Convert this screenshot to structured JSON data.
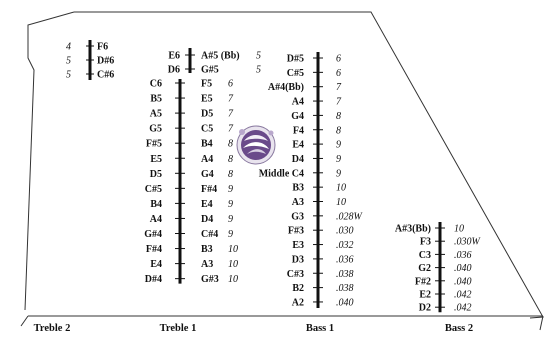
{
  "bridge_labels": [
    "Treble 2",
    "Treble 1",
    "Bass 1",
    "Bass 2"
  ],
  "treble2": [
    {
      "gauge": "4",
      "note": "F6"
    },
    {
      "gauge": "5",
      "note": "D#6"
    },
    {
      "gauge": "5",
      "note": "C#6"
    }
  ],
  "treble1_top": [
    {
      "left": "E6",
      "right": "A#5 (Bb)",
      "gauge": "5"
    },
    {
      "left": "D6",
      "right": "G#5",
      "gauge": "5"
    }
  ],
  "treble1": [
    {
      "left": "C6",
      "right": "F5",
      "gauge": "6"
    },
    {
      "left": "B5",
      "right": "E5",
      "gauge": "7"
    },
    {
      "left": "A5",
      "right": "D5",
      "gauge": "7"
    },
    {
      "left": "G5",
      "right": "C5",
      "gauge": "7"
    },
    {
      "left": "F#5",
      "right": "B4",
      "gauge": "8"
    },
    {
      "left": "E5",
      "right": "A4",
      "gauge": "8"
    },
    {
      "left": "D5",
      "right": "G4",
      "gauge": "8"
    },
    {
      "left": "C#5",
      "right": "F#4",
      "gauge": "9"
    },
    {
      "left": "B4",
      "right": "E4",
      "gauge": "9"
    },
    {
      "left": "A4",
      "right": "D4",
      "gauge": "9"
    },
    {
      "left": "G#4",
      "right": "C#4",
      "gauge": "9"
    },
    {
      "left": "F#4",
      "right": "B3",
      "gauge": "10"
    },
    {
      "left": "E4",
      "right": "A3",
      "gauge": "10"
    },
    {
      "left": "D#4",
      "right": "G#3",
      "gauge": "10"
    }
  ],
  "bass1": [
    {
      "note": "D#5",
      "gauge": "6"
    },
    {
      "note": "C#5",
      "gauge": "6"
    },
    {
      "note": "A#4(Bb)",
      "gauge": "7"
    },
    {
      "note": "A4",
      "gauge": "7"
    },
    {
      "note": "G4",
      "gauge": "8"
    },
    {
      "note": "F4",
      "gauge": "8"
    },
    {
      "note": "E4",
      "gauge": "9"
    },
    {
      "note": "D4",
      "gauge": "9"
    },
    {
      "note": "Middle C4",
      "gauge": "9"
    },
    {
      "note": "B3",
      "gauge": "10"
    },
    {
      "note": "A3",
      "gauge": "10"
    },
    {
      "note": "G3",
      "gauge": ".028W"
    },
    {
      "note": "F#3",
      "gauge": ".030"
    },
    {
      "note": "E3",
      "gauge": ".032"
    },
    {
      "note": "D3",
      "gauge": ".036"
    },
    {
      "note": "C#3",
      "gauge": ".038"
    },
    {
      "note": "B2",
      "gauge": ".038"
    },
    {
      "note": "A2",
      "gauge": ".040"
    }
  ],
  "bass2": [
    {
      "note": "A#3(Bb)",
      "gauge": "10"
    },
    {
      "note": "F3",
      "gauge": ".030W"
    },
    {
      "note": "C3",
      "gauge": ".036"
    },
    {
      "note": "G2",
      "gauge": ".040"
    },
    {
      "note": "F#2",
      "gauge": ".040"
    },
    {
      "note": "E2",
      "gauge": ".042"
    },
    {
      "note": "D2",
      "gauge": ".042"
    }
  ],
  "colors": {
    "outline": "#333333",
    "text": "#111111",
    "background": "#ffffff",
    "logo_purple": "#6a4a8a"
  },
  "icon": "rosette-logo-icon"
}
